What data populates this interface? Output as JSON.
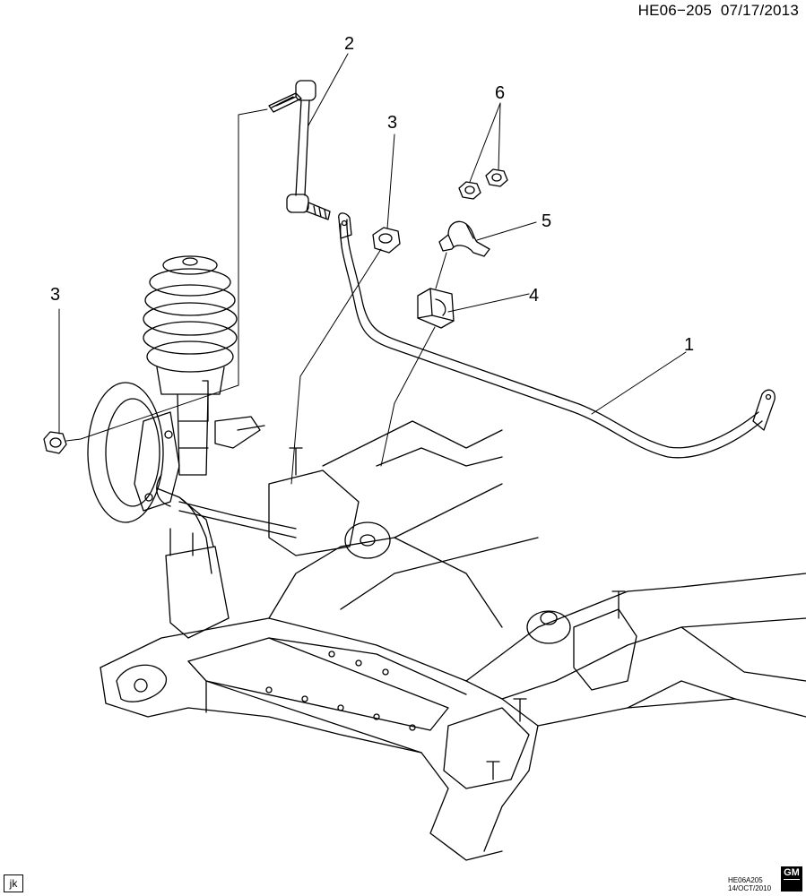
{
  "header": {
    "code": "HE06−205",
    "date": "07/17/2013"
  },
  "callouts": [
    "1",
    "2",
    "3",
    "3",
    "4",
    "5",
    "6"
  ],
  "footer": {
    "drawing_id": "HE06A205",
    "drawing_date": "14/OCT/2010",
    "initials": "jk",
    "logo_text": "GM"
  }
}
